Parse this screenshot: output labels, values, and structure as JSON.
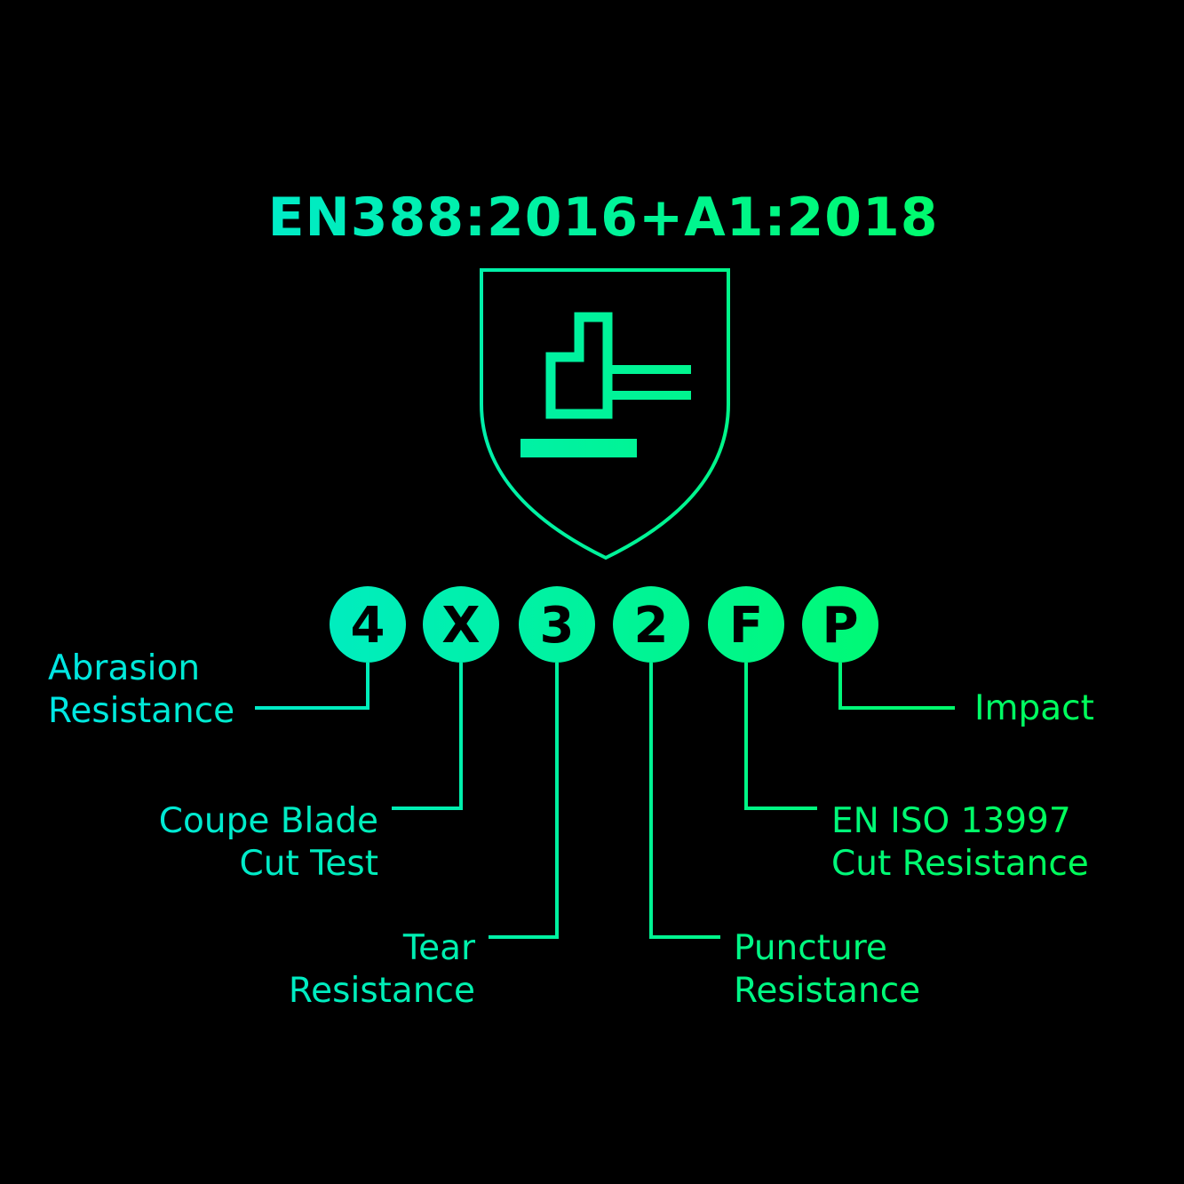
{
  "title": "EN388:2016+A1:2018",
  "colors": {
    "background": "#000000",
    "gradient_start": "#00e6e6",
    "gradient_end": "#00ff55",
    "digit_text": "#000000"
  },
  "icon": "shield-hammer-glove-icon",
  "ratings": [
    {
      "value": "4",
      "label_lines": [
        "Abrasion",
        "Resistance"
      ]
    },
    {
      "value": "X",
      "label_lines": [
        "Coupe Blade",
        "Cut Test"
      ]
    },
    {
      "value": "3",
      "label_lines": [
        "Tear",
        "Resistance"
      ]
    },
    {
      "value": "2",
      "label_lines": [
        "Puncture",
        "Resistance"
      ]
    },
    {
      "value": "F",
      "label_lines": [
        "EN ISO 13997",
        "Cut Resistance"
      ]
    },
    {
      "value": "P",
      "label_lines": [
        "Impact"
      ]
    }
  ]
}
